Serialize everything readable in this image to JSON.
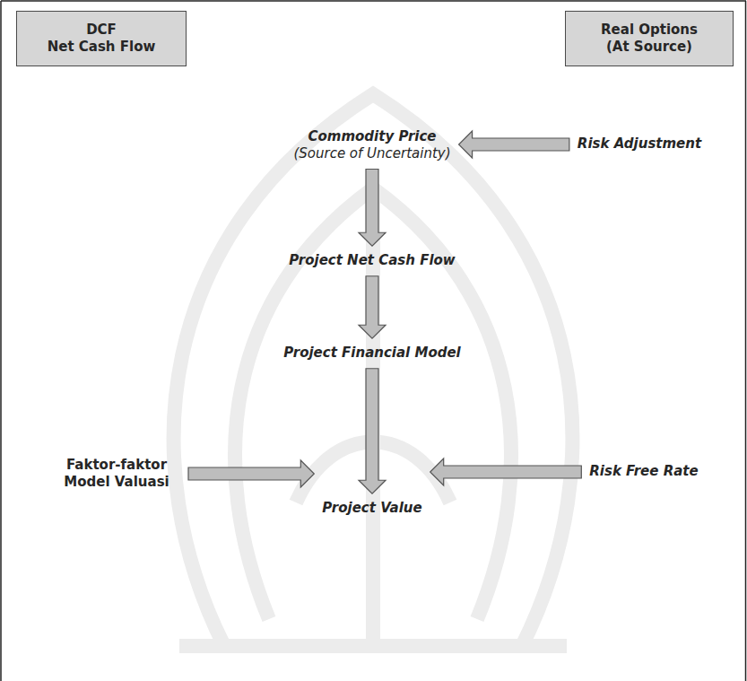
{
  "diagram": {
    "nodes": [
      {
        "text": [
          "DCF",
          "Net Cash Flow"
        ]
      },
      {
        "text": [
          "Real Options",
          "(At Source)"
        ]
      },
      {
        "text": [
          "Commodity Price",
          "(Source of Uncertainty)"
        ]
      },
      {
        "text": [
          "Risk Adjustment"
        ]
      },
      {
        "text": [
          "Project Net Cash Flow"
        ]
      },
      {
        "text": [
          "Project Financial Model"
        ]
      },
      {
        "text": [
          "Faktor-faktor Model Valuasi"
        ]
      },
      {
        "text": [
          "Risk Free Rate"
        ]
      },
      {
        "text": [
          "Project Value"
        ]
      }
    ],
    "edges": [
      {
        "from": 2,
        "to": 4,
        "arrow": "to"
      },
      {
        "from": 4,
        "to": 5,
        "arrow": "to"
      },
      {
        "from": 5,
        "to": 8,
        "arrow": "to"
      },
      {
        "from": 3,
        "to": 2,
        "arrow": "to"
      },
      {
        "from": 6,
        "to": 8,
        "arrow": "to"
      },
      {
        "from": 7,
        "to": 8,
        "arrow": "to"
      }
    ]
  }
}
